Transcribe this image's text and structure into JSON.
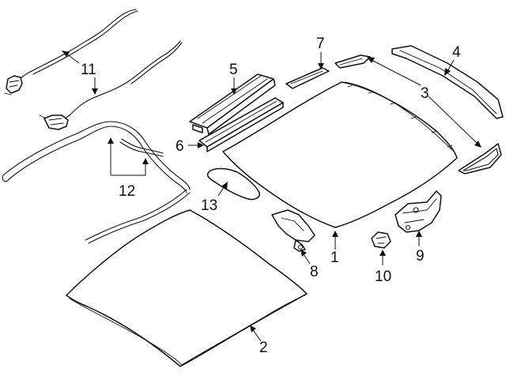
{
  "callouts": {
    "part_1": "1",
    "part_2": "2",
    "part_3": "3",
    "part_4": "4",
    "part_5": "5",
    "part_6": "6",
    "part_7": "7",
    "part_8": "8",
    "part_9": "9",
    "part_10": "10",
    "part_11": "11",
    "part_12": "12",
    "part_13": "13"
  },
  "colors": {
    "line": "#111111",
    "background": "#ffffff"
  }
}
